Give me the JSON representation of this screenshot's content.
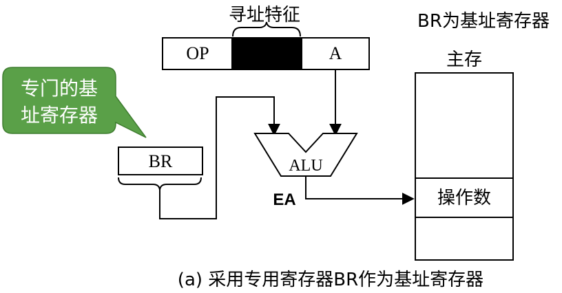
{
  "diagram": {
    "addressing_feature_label": "寻址特征",
    "base_register_note": "BR为基址寄存器",
    "instruction": {
      "op_label": "OP",
      "a_label": "A"
    },
    "main_memory_label": "主存",
    "operand_label": "操作数",
    "callout_text_line1": "专门的基",
    "callout_text_line2": "址寄存器",
    "br_label": "BR",
    "alu_label": "ALU",
    "ea_label": "EA",
    "caption": "(a) 采用专用寄存器BR作为基址寄存器",
    "colors": {
      "callout_fill": "#5aa048",
      "callout_text": "#ffffff",
      "line": "#000000",
      "feature_block": "#000000"
    }
  }
}
